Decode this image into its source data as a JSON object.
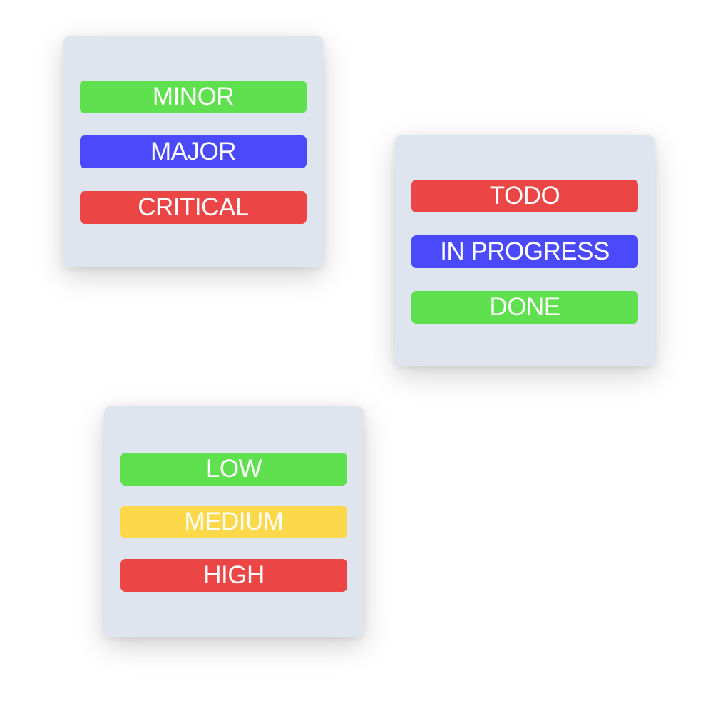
{
  "cards": {
    "severity": {
      "badges": [
        {
          "label": "MINOR",
          "color": "#5fe04e"
        },
        {
          "label": "MAJOR",
          "color": "#4a4afc"
        },
        {
          "label": "CRITICAL",
          "color": "#ec4545"
        }
      ]
    },
    "status": {
      "badges": [
        {
          "label": "TODO",
          "color": "#ec4545"
        },
        {
          "label": "IN PROGRESS",
          "color": "#4a4afc"
        },
        {
          "label": "DONE",
          "color": "#5fe04e"
        }
      ]
    },
    "priority": {
      "badges": [
        {
          "label": "LOW",
          "color": "#5fe04e"
        },
        {
          "label": "MEDIUM",
          "color": "#fcd84a"
        },
        {
          "label": "HIGH",
          "color": "#ec4545"
        }
      ]
    }
  }
}
